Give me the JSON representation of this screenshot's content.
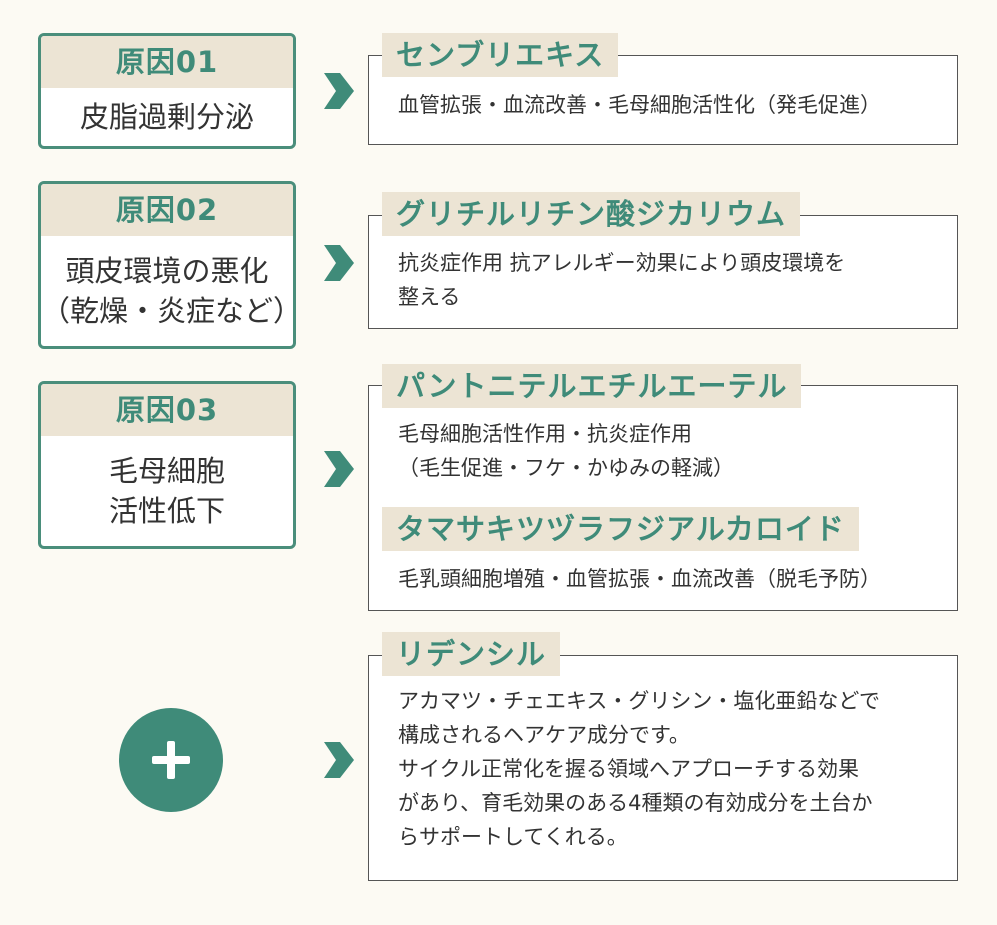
{
  "colors": {
    "accent": "#3f8b79",
    "label_bg": "#ece4d4",
    "background": "#fcfaf3"
  },
  "causes": [
    {
      "label": "原因01",
      "lines": [
        "皮脂過剰分泌"
      ]
    },
    {
      "label": "原因02",
      "lines": [
        "頭皮環境の悪化",
        "（乾燥・炎症など）"
      ]
    },
    {
      "label": "原因03",
      "lines": [
        "毛母細胞",
        "活性低下"
      ]
    }
  ],
  "ingredients": [
    {
      "name": "センブリエキス",
      "desc": [
        "血管拡張・血流改善・毛母細胞活性化（発毛促進）"
      ]
    },
    {
      "name": "グリチルリチン酸ジカリウム",
      "desc": [
        "抗炎症作用 抗アレルギー効果により頭皮環境を",
        "整える"
      ]
    },
    {
      "name": "パントニテルエチルエーテル",
      "desc": [
        "毛母細胞活性作用・抗炎症作用",
        "（毛生促進・フケ・かゆみの軽減）"
      ]
    },
    {
      "name": "タマサキツヅラフジアルカロイド",
      "desc": [
        "毛乳頭細胞増殖・血管拡張・血流改善（脱毛予防）"
      ]
    },
    {
      "name": "リデンシル",
      "desc": [
        "アカマツ・チェエキス・グリシン・塩化亜鉛などで",
        "構成されるヘアケア成分です。",
        "サイクル正常化を握る領域へアプローチする効果",
        "があり、育毛効果のある4種類の有効成分を土台か",
        "らサポートしてくれる。"
      ]
    }
  ],
  "plus_icon": "plus-icon",
  "arrow_icon": "chevron-right-icon"
}
